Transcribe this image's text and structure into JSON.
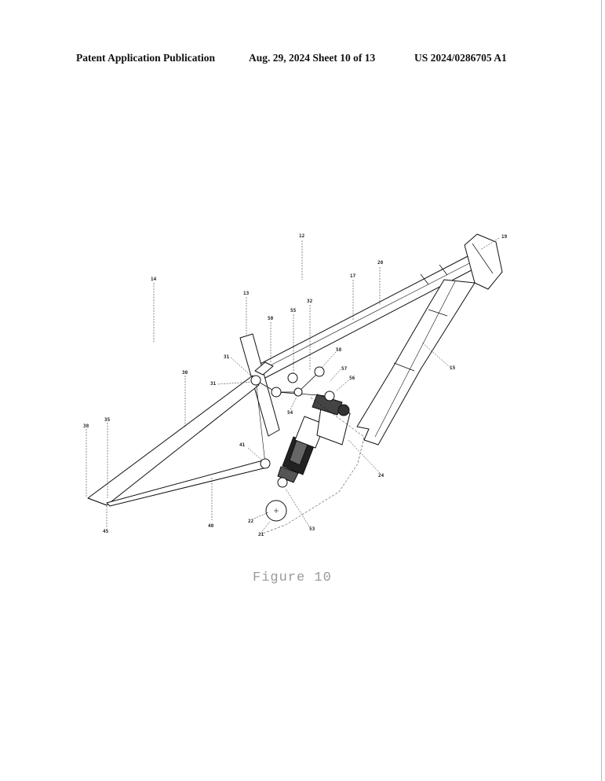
{
  "header": {
    "publication": "Patent Application Publication",
    "date_sheet": "Aug. 29, 2024  Sheet 10 of 13",
    "number": "US 2024/0286705 A1"
  },
  "figure": {
    "caption": "Figure 10",
    "refs": {
      "r12": "12",
      "r13": "13",
      "r14": "14",
      "r15": "15",
      "r17": "17",
      "r19": "19",
      "r20": "20",
      "r21": "21",
      "r22": "22",
      "r24": "24",
      "r30": "30",
      "r31a": "31",
      "r31b": "31",
      "r32": "32",
      "r35": "35",
      "r38": "38",
      "r40": "40",
      "r41": "41",
      "r45": "45",
      "r50": "50",
      "r53": "53",
      "r54": "54",
      "r55": "55",
      "r56": "56",
      "r57": "57",
      "r58": "58"
    }
  }
}
